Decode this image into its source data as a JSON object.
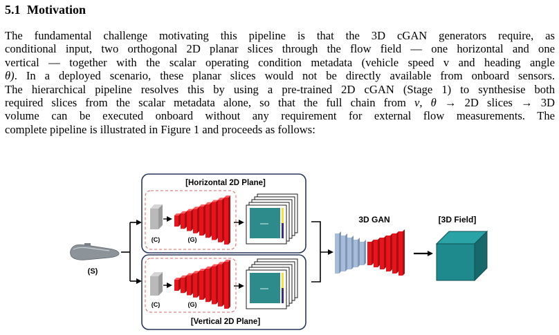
{
  "section": {
    "number": "5.1",
    "title": "Motivation"
  },
  "paragraph": {
    "lines": [
      "The fundamental challenge motivating this pipeline is that the 3D cGAN generators require, as",
      "conditional input, two orthogonal 2D planar slices through the flow field — one horizontal and one",
      "vertical — together with the scalar operating condition metadata (vehicle speed v and heading angle",
      ". In a deployed scenario, these planar slices would not be directly available from onboard sensors.",
      "The hierarchical pipeline resolves this by using a pre-trained 2D cGAN (Stage 1) to synthesise both",
      "required slices from the scalar metadata alone, so that the full chain from",
      "volume can be executed onboard without any requirement for external flow measurements.  The",
      "complete pipeline is illustrated in Figure 1 and proceeds as follows:"
    ],
    "theta_open": "θ)",
    "math_v": "v",
    "math_sep": ", ",
    "math_theta": "θ",
    "math_arrow1": " → ",
    "math_slices": "2D slices",
    "math_arrow2": " → ",
    "math_3d": "3D"
  },
  "figure": {
    "horizontal_plane_label": "[Horizontal 2D Plane]",
    "vertical_plane_label": "[Vertical 2D Plane]",
    "condition_label": "(C)",
    "generator_label": "(G)",
    "source_label": "(S)",
    "gan3d_label": "3D GAN",
    "field3d_label": "[3D Field]",
    "colors": {
      "generator_red": "#e8141c",
      "condition_gray": "#b9b9b9",
      "gan3d_blue": "#a7bcd8",
      "field_teal": "#1f8a8e",
      "dashed_box": "#e06060",
      "panel_border": "#26355a",
      "field_slice": "#2e8b8b"
    }
  }
}
